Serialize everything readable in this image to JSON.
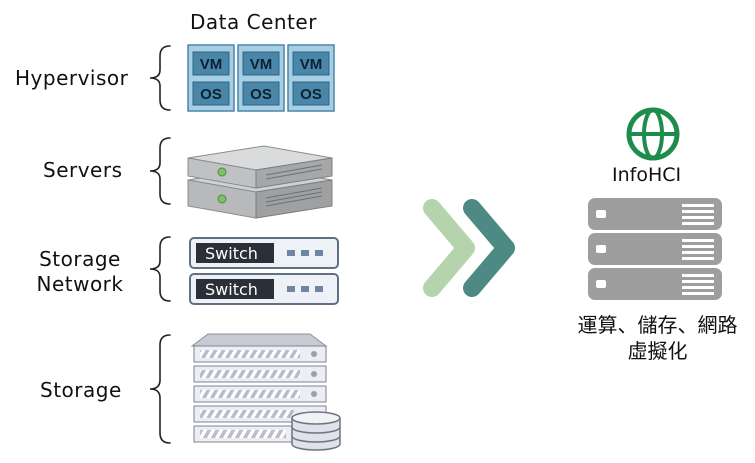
{
  "title": "Data Center",
  "layers": {
    "hypervisor": "Hypervisor",
    "servers": "Servers",
    "network_line1": "Storage",
    "network_line2": "Network",
    "storage": "Storage"
  },
  "vm_label": "VM",
  "os_label": "OS",
  "switch_label": "Switch",
  "hci": {
    "name": "InfoHCI",
    "desc_line1": "運算、儲存、網路",
    "desc_line2": "虛擬化"
  },
  "colors": {
    "vm_blue": "#4a86a8",
    "arrow_light": "#b5d4ae",
    "arrow_dark": "#4e8a84",
    "globe_green": "#1e8c4c",
    "server_gray": "#9e9e9e"
  }
}
